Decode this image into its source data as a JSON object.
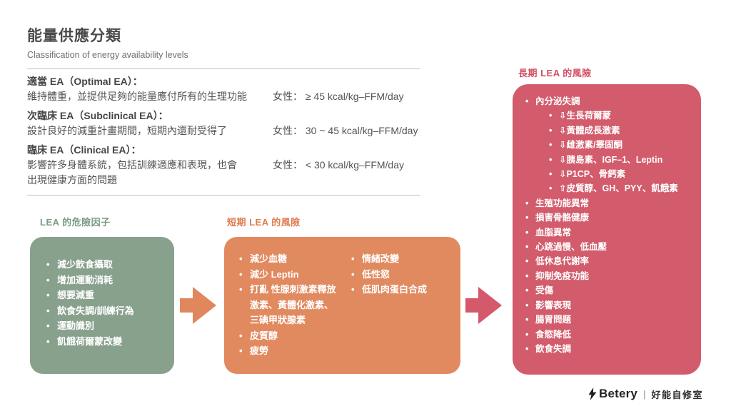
{
  "header": {
    "title": "能量供應分類",
    "subtitle": "Classification of energy availability levels"
  },
  "ea_table": {
    "rows": [
      {
        "term": "適當 EA（Optimal EA）：",
        "desc": "維持體重，並提供足夠的能量應付所有的生理功能",
        "value": "女性： ≥ 45 kcal/kg–FFM/day"
      },
      {
        "term": "次臨床 EA（Subclinical EA）：",
        "desc": "設計良好的減重計畫期間，短期內還耐受得了",
        "value": "女性： 30 ~ 45 kcal/kg–FFM/day"
      },
      {
        "term": "臨床 EA（Clinical EA）：",
        "desc": "影響許多身體系統，包括訓練適應和表現，也會\n出現健康方面的問題",
        "value": "女性： < 30 kcal/kg–FFM/day"
      }
    ]
  },
  "risk_factors_box": {
    "label": "LEA 的危險因子",
    "color": "#88A18D",
    "label_color": "#7A9B82",
    "items": [
      "減少飲食攝取",
      "增加運動消耗",
      "想要減重",
      "飲食失調/訓練行為",
      "運動識別",
      "飢餓荷爾蒙改變"
    ]
  },
  "short_term_box": {
    "label": "短期 LEA 的風險",
    "color": "#E18A5F",
    "label_color": "#DF7C50",
    "items_left": [
      "減少血糖",
      "減少 Leptin",
      "打亂 性腺刺激素釋放\n激素、黃體化激素、\n三碘甲狀腺素",
      "皮質醇",
      "疲勞"
    ],
    "items_right": [
      "情緒改變",
      "低性慾",
      "低肌肉蛋白合成"
    ]
  },
  "long_term_box": {
    "label": "長期 LEA 的風險",
    "color": "#D25C6C",
    "label_color": "#D04F63",
    "items": [
      "內分泌失調",
      "⇩生長荷爾蒙",
      "⇩黃體成長激素",
      "⇩雌激素/睪固酮",
      "⇩胰島素、IGF–1、Leptin",
      "⇩P1CP、骨鈣素",
      "⇧皮質醇、GH、PYY、飢餓素",
      "生殖功能異常",
      "損害骨骼健康",
      "血脂異常",
      "心跳過慢、低血壓",
      "低休息代謝率",
      "抑制免疫功能",
      "受傷",
      "影響表現",
      "腸胃問題",
      "食慾降低",
      "飲食失調"
    ]
  },
  "arrows": {
    "arrow_1_color": "#E0875D",
    "arrow_2_color": "#D4596B"
  },
  "footer": {
    "brand": "Betery",
    "separator": "|",
    "studio": "好能自修室"
  }
}
